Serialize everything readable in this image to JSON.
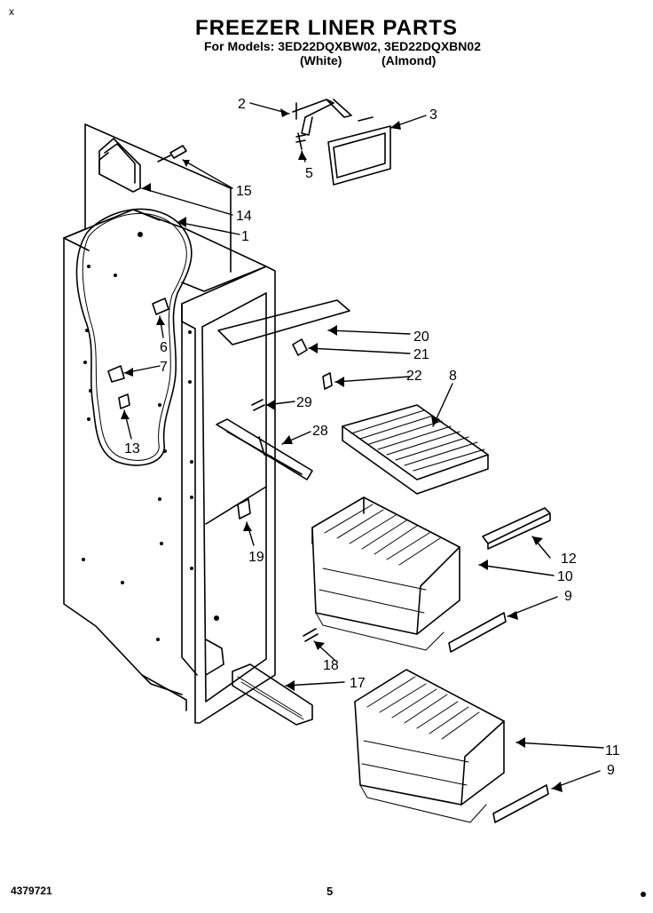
{
  "header": {
    "title": "FREEZER LINER PARTS",
    "models_line": "For Models: 3ED22DQXBW02, 3ED22DQXBN02",
    "variant_white": "(White)",
    "variant_almond": "(Almond)"
  },
  "corner_mark": "x",
  "footer": {
    "doc_number": "4379721",
    "page_number": "5"
  },
  "callouts": {
    "n1": "1",
    "n2": "2",
    "n3": "3",
    "n5": "5",
    "n6": "6",
    "n7": "7",
    "n8": "8",
    "n9a": "9",
    "n9b": "9",
    "n10": "10",
    "n11": "11",
    "n12": "12",
    "n13": "13",
    "n14": "14",
    "n15": "15",
    "n17": "17",
    "n18": "18",
    "n19": "19",
    "n20": "20",
    "n21": "21",
    "n22": "22",
    "n28": "28",
    "n29": "29"
  }
}
